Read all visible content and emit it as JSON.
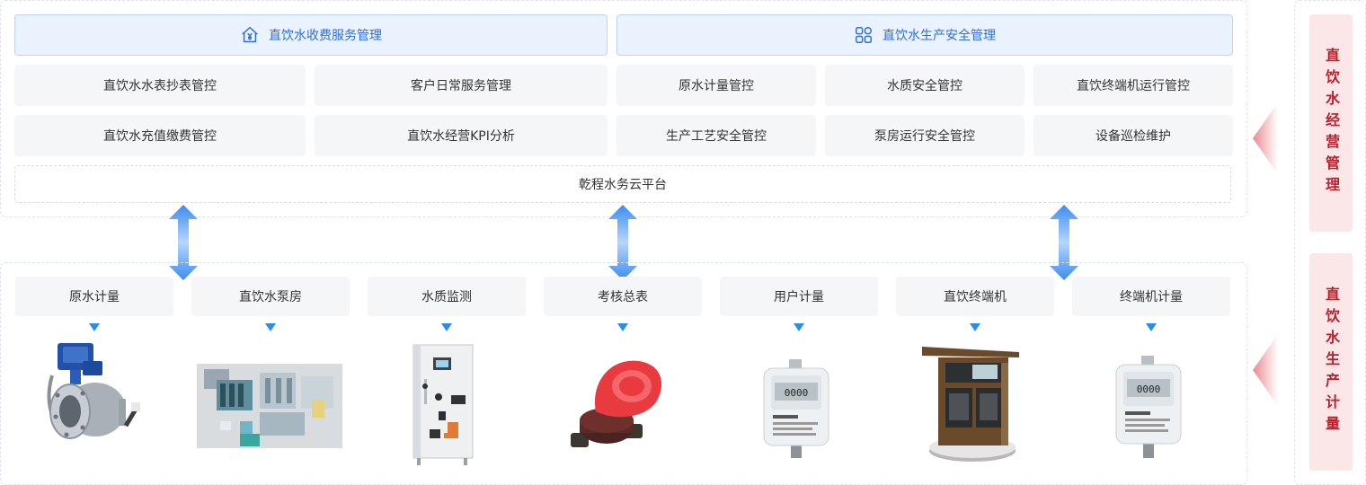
{
  "top_section": {
    "header_left": "直饮水收费服务管理",
    "header_right": "直饮水生产安全管理",
    "row1": [
      "直饮水水表抄表管控",
      "客户日常服务管理",
      "原水计量管控",
      "水质安全管控",
      "直饮终端机运行管控"
    ],
    "row2": [
      "直饮水充值缴费管控",
      "直饮水经营KPI分析",
      "生产工艺安全管控",
      "泵房运行安全管控",
      "设备巡检维护"
    ],
    "platform": "乾程水务云平台"
  },
  "devices": [
    "原水计量",
    "直饮水泵房",
    "水质监测",
    "考核总表",
    "用户计量",
    "直饮终端机",
    "终端机计量"
  ],
  "side": {
    "top_label": "直饮水经营管理",
    "bottom_label": "直饮水生产计量"
  },
  "meter_display": "0000",
  "colors": {
    "accent_blue": "#2f6fd6",
    "header_bg": "#e9f2fd",
    "side_red": "#b8202c",
    "side_bg": "#fbe6e8"
  }
}
